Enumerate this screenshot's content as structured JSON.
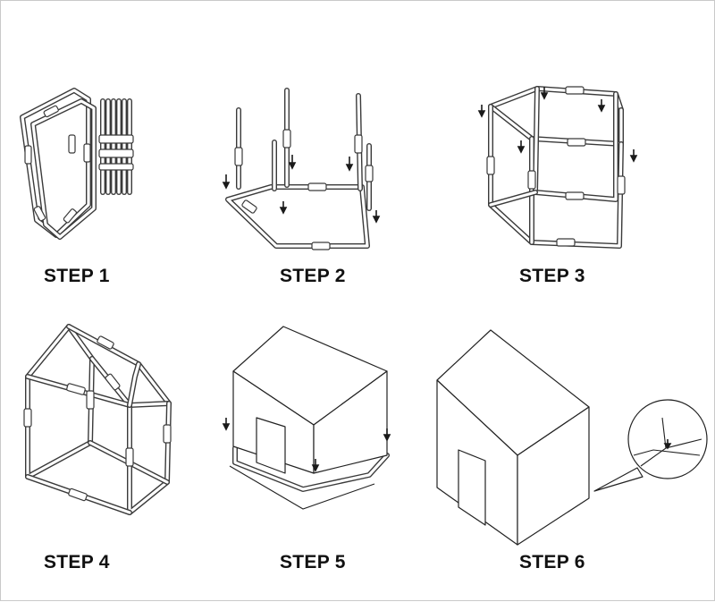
{
  "steps": [
    {
      "label": "STEP 1"
    },
    {
      "label": "STEP 2"
    },
    {
      "label": "STEP 3"
    },
    {
      "label": "STEP 4"
    },
    {
      "label": "STEP 5"
    },
    {
      "label": "STEP 6"
    }
  ],
  "colors": {
    "frame": "#3a3a3a",
    "text": "#111111",
    "arrow": "#1a1a1a"
  }
}
